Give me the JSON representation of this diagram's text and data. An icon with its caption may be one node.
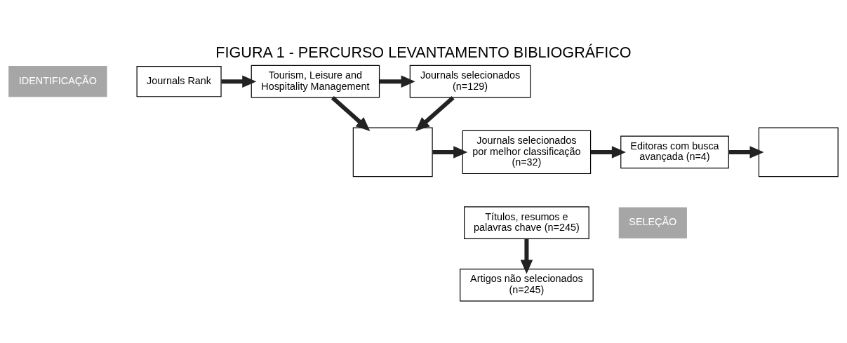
{
  "diagram": {
    "title": "FIGURA 1 - PERCURSO LEVANTAMENTO BIBLIOGRÁFICO",
    "nodes": [
      {
        "text": [
          "IDENTIFICAÇÃO"
        ]
      },
      {
        "text": [
          "Journals Rank"
        ]
      },
      {
        "text": [
          "Tourism, Leisure and Hospitality Management"
        ]
      },
      {
        "text": [
          "Journals selecionados (n=129)"
        ]
      },
      {
        "text": [],
        "shape": "box"
      },
      {
        "text": [
          "Journals selecionados por melhor classificação (n=32)"
        ]
      },
      {
        "text": [
          "Editoras com busca avançada (n=4)"
        ]
      },
      {
        "text": [],
        "shape": "box"
      },
      {
        "text": [
          "SELEÇÃO"
        ]
      },
      {
        "text": [
          "Títulos, resumos e palavras chave (n=245)"
        ]
      },
      {
        "text": [
          "Artigos não selecionados (n=245)"
        ]
      }
    ],
    "edges": [
      {
        "from": 1,
        "to": 2,
        "arrow": "to"
      },
      {
        "from": 2,
        "to": 3,
        "arrow": "to"
      },
      {
        "from": 2,
        "to": 4,
        "arrow": "to"
      },
      {
        "from": 3,
        "to": 4,
        "arrow": "to"
      },
      {
        "from": 4,
        "to": 5,
        "arrow": "to"
      },
      {
        "from": 5,
        "to": 6,
        "arrow": "to"
      },
      {
        "from": 6,
        "to": 7,
        "arrow": "to"
      },
      {
        "from": 9,
        "to": 10,
        "arrow": "to"
      }
    ]
  }
}
